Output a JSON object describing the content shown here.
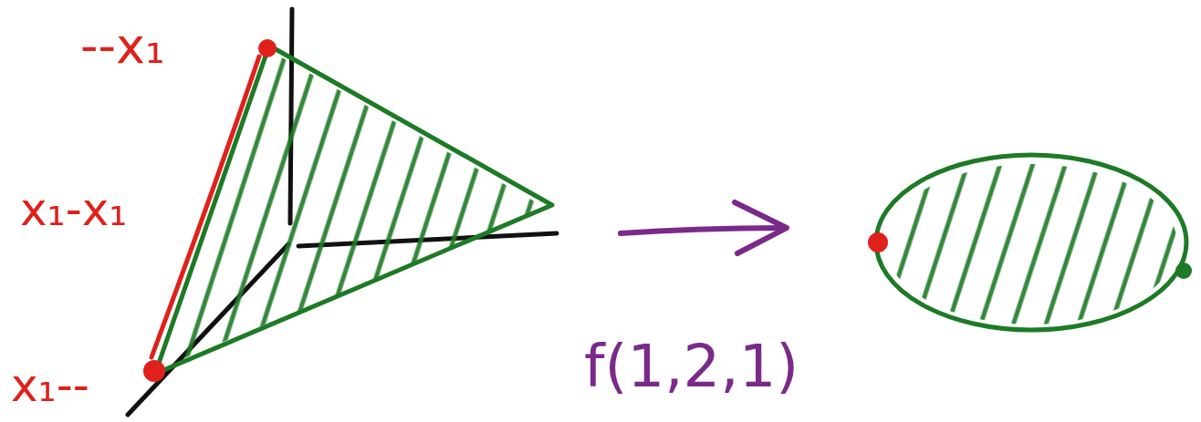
{
  "diagram": {
    "labels": [
      "--x₁",
      "x₁-x₁",
      "x₁--",
      "f(1,2,1)"
    ]
  }
}
